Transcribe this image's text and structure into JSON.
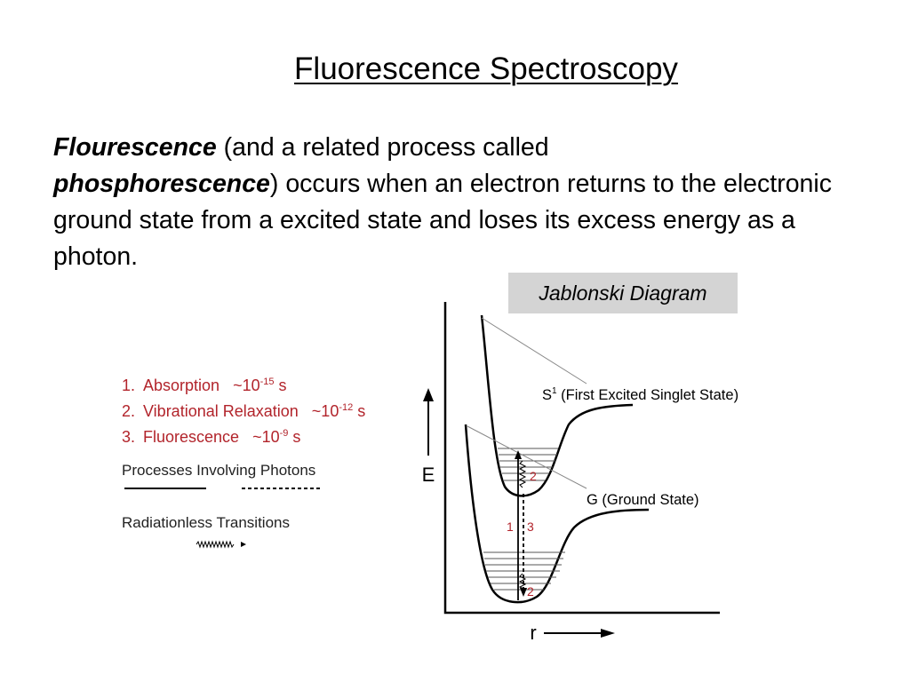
{
  "slide": {
    "title": "Fluorescence Spectroscopy",
    "intro": {
      "term1": "Flourescence",
      "part1": " (and a related process called ",
      "term2": "phosphorescence",
      "part2": ") occurs when an electron returns to the electronic ground state from a excited state and loses its excess energy as a photon."
    },
    "diagram_label": "Jablonski Diagram"
  },
  "legend": {
    "items": [
      {
        "num": "1.",
        "name": "Absorption",
        "time_prefix": "~10",
        "exponent": "-15",
        "unit": " s"
      },
      {
        "num": "2.",
        "name": "Vibrational Relaxation",
        "time_prefix": "~10",
        "exponent": "-12",
        "unit": " s"
      },
      {
        "num": "3.",
        "name": "Fluorescence",
        "time_prefix": "~10",
        "exponent": "-9",
        "unit": " s"
      }
    ],
    "photon_label": "Processes Involving Photons",
    "radiationless_label": "Radiationless Transitions"
  },
  "diagram": {
    "y_axis_label": "E",
    "x_axis_label": "r",
    "excited_state_prefix": "S",
    "excited_state_sup": "1",
    "excited_state_name": " (First Excited Singlet State)",
    "ground_state_label": "G (Ground State)",
    "marker_1": "1",
    "marker_2": "2",
    "marker_3": "3"
  },
  "colors": {
    "accent_red": "#b2242b",
    "label_box": "#d4d4d4"
  }
}
